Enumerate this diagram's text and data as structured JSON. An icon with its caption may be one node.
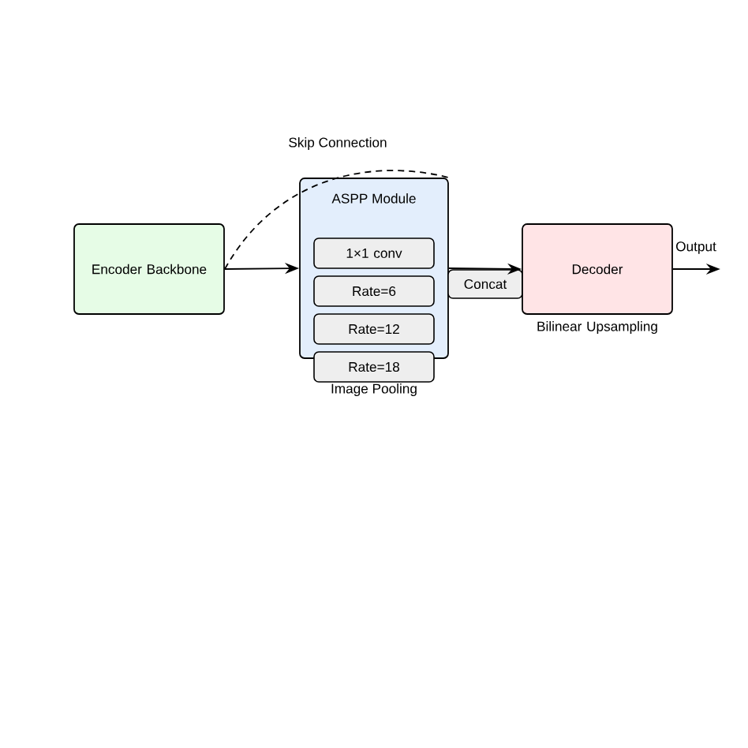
{
  "diagram": {
    "nodes": [
      {
        "text": [
          "Encoder Backbone"
        ]
      },
      {
        "text": [
          "ASPP Module"
        ]
      },
      {
        "text": [
          "1×1 conv"
        ],
        "in": 1
      },
      {
        "text": [
          "Rate=6"
        ],
        "in": 1
      },
      {
        "text": [
          "Rate=12"
        ],
        "in": 1
      },
      {
        "text": [
          "Rate=18"
        ]
      },
      {
        "text": [
          "Concat"
        ]
      },
      {
        "text": [
          "Decoder"
        ],
        "beside": [
          "Bilinear Upsampling"
        ]
      }
    ],
    "edges": [
      {
        "from": 0,
        "to": 1,
        "arrow": "to"
      },
      {
        "from": 0,
        "to": 1,
        "arrow": "none",
        "style": "dashed",
        "label": "Skip Connection"
      },
      {
        "from": 1,
        "to": 7,
        "arrow": "to"
      },
      {
        "from": 7,
        "to": null,
        "arrow": "to",
        "label": "Output"
      }
    ],
    "labels": [
      "Image Pooling"
    ]
  }
}
